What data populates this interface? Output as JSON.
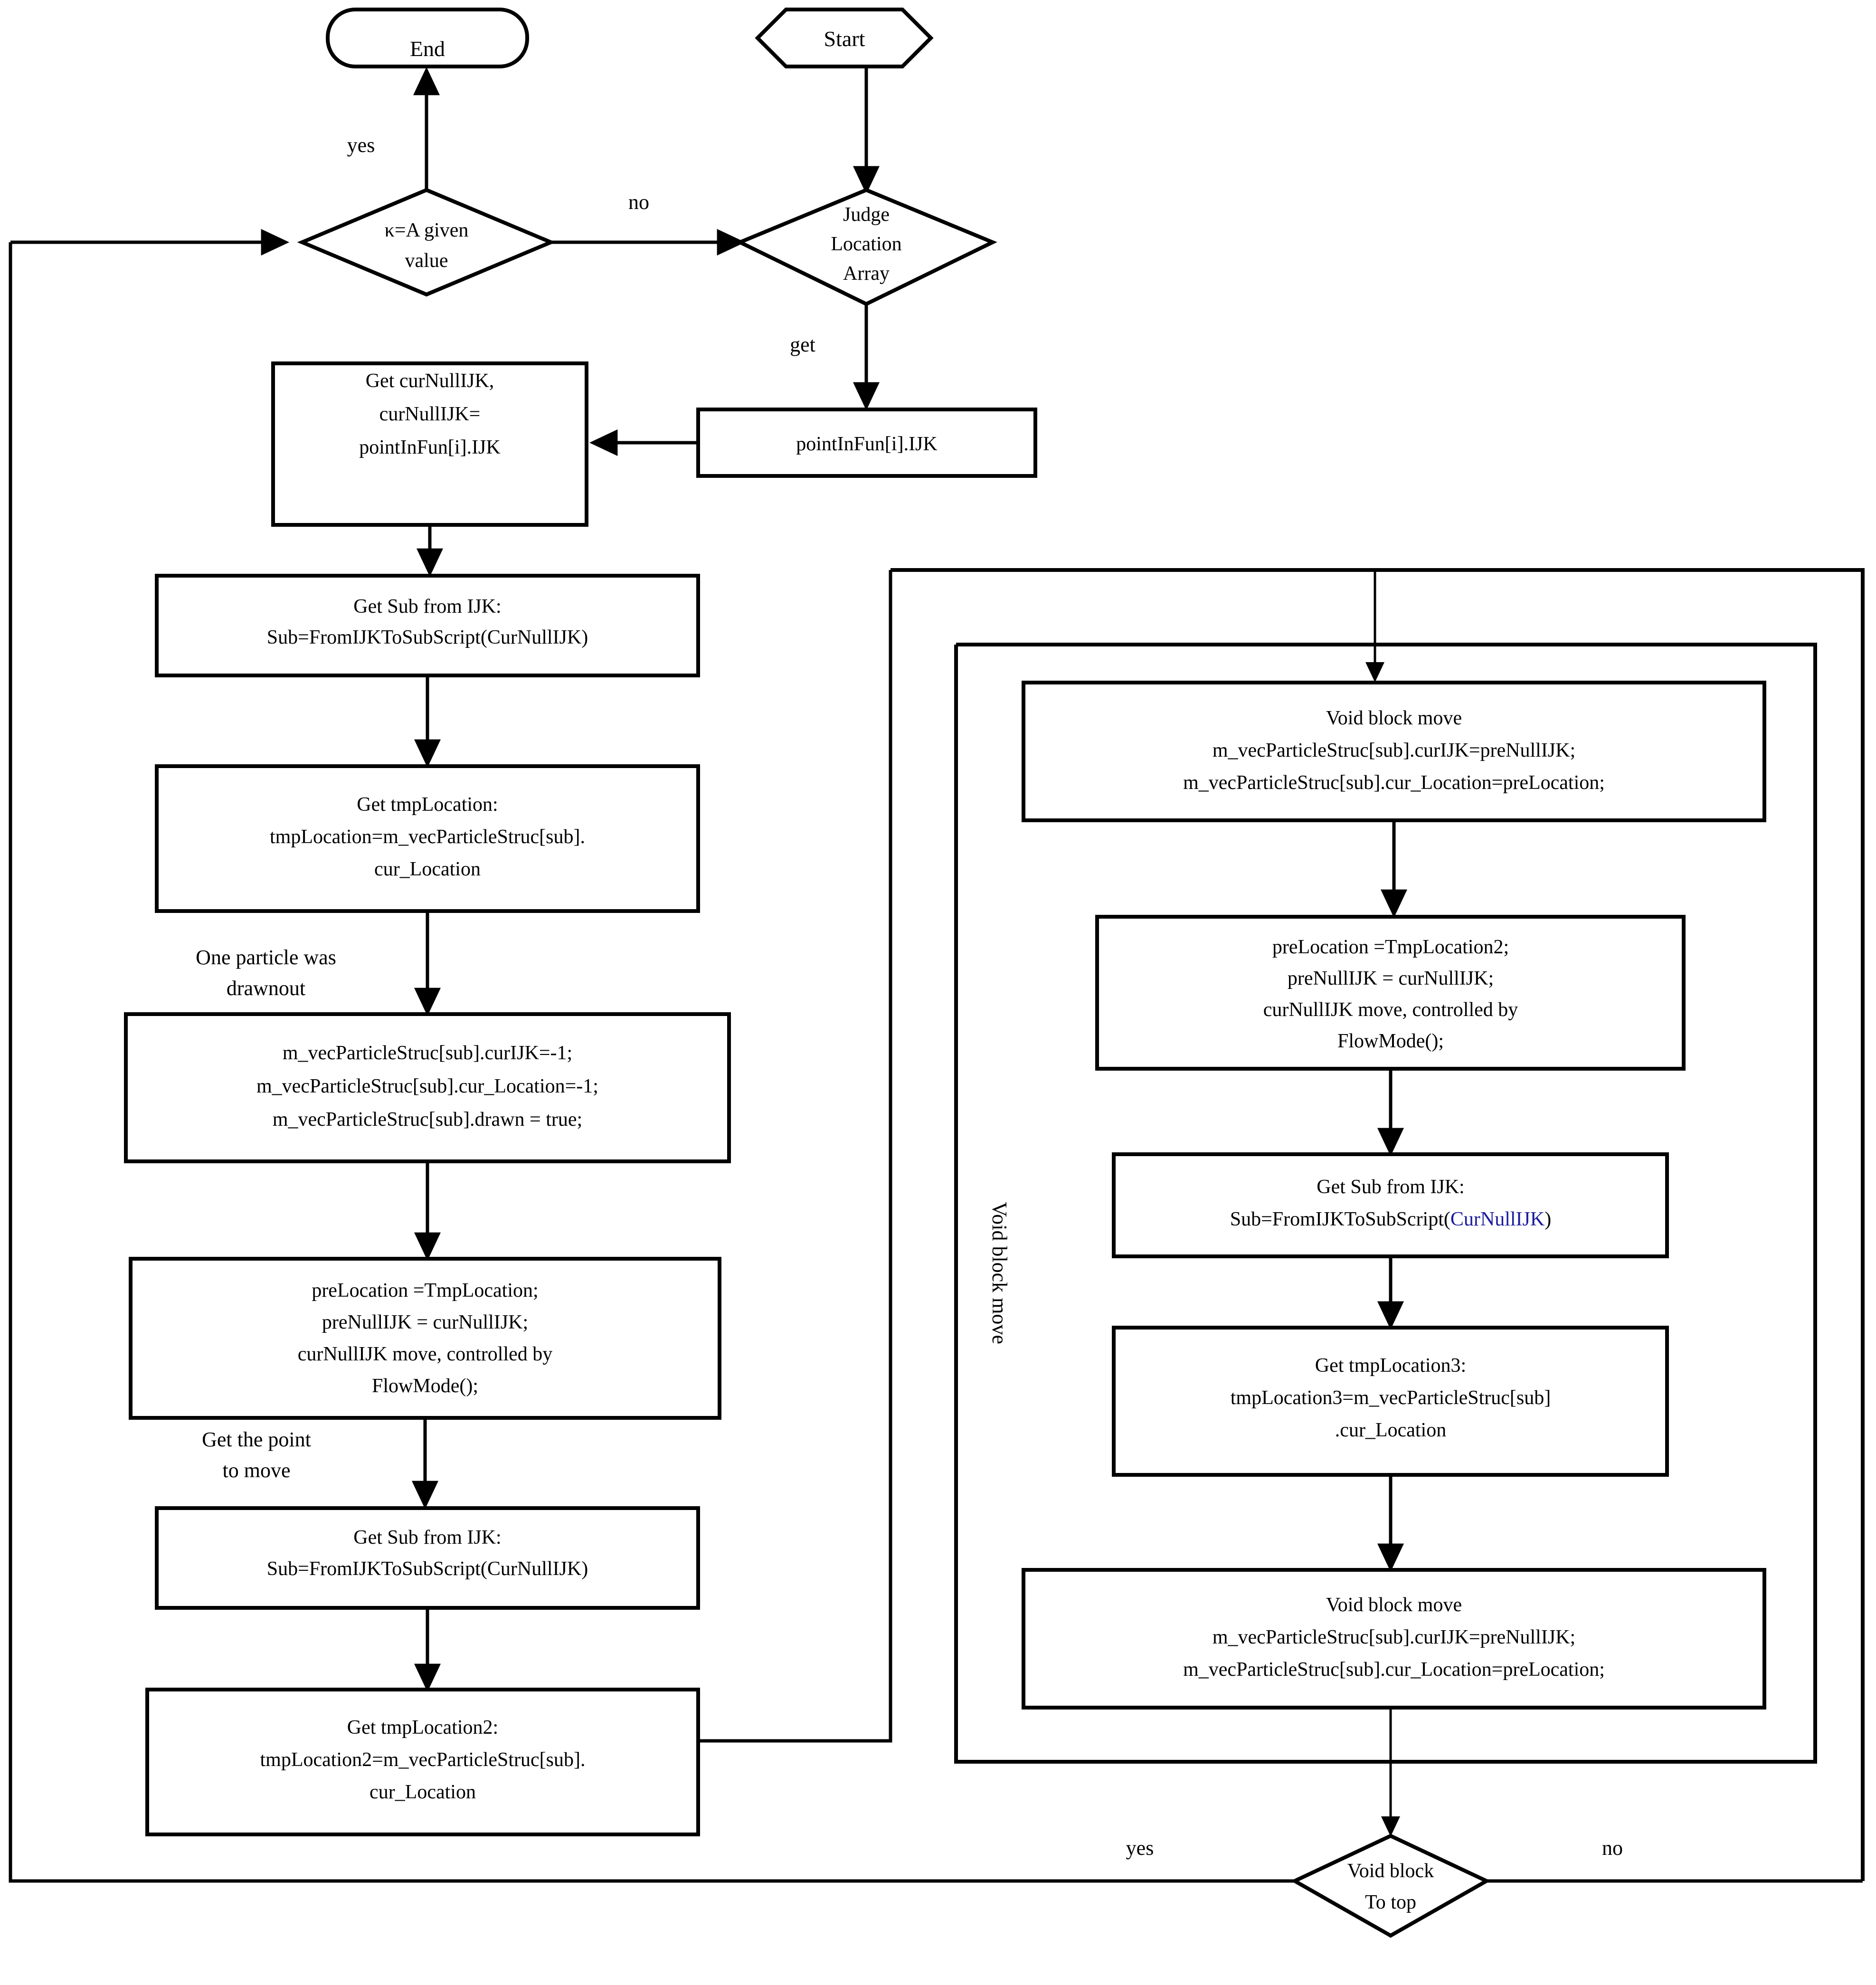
{
  "diagram": {
    "title_hidden": "",
    "accent_blue": "#1a1aa0",
    "stroke_color": "#000000",
    "background": "#ffffff"
  },
  "nodes": {
    "end": {
      "label": "End",
      "shape": "terminator"
    },
    "start": {
      "label": "Start",
      "shape": "hexagon"
    },
    "decision_k": {
      "label_line1": "κ=A given",
      "label_line2": "value",
      "shape": "diamond"
    },
    "decision_judge": {
      "label_line1": "Judge",
      "label_line2": "Location",
      "label_line3": "Array",
      "shape": "diamond"
    },
    "point_in_fun": {
      "label": "pointInFun[i].IJK",
      "shape": "process"
    },
    "get_cur_null_ijk": {
      "line1": "Get curNullIJK,",
      "line2": "curNullIJK=",
      "line3": "pointInFun[i].IJK",
      "shape": "process"
    },
    "get_sub_1": {
      "line1": "Get Sub from IJK:",
      "line2": "Sub=FromIJKToSubScript(CurNullIJK)",
      "shape": "process"
    },
    "get_tmp_location": {
      "line1": "Get tmpLocation:",
      "line2": "tmpLocation=m_vecParticleStruc[sub].",
      "line3": "cur_Location",
      "shape": "process"
    },
    "draw_out": {
      "line1": "m_vecParticleStruc[sub].curIJK=-1;",
      "line2": "m_vecParticleStruc[sub].cur_Location=-1;",
      "line3": "m_vecParticleStruc[sub].drawn = true;",
      "shape": "process"
    },
    "pre_location_1": {
      "line1": "preLocation =TmpLocation;",
      "line2": "preNullIJK = curNullIJK;",
      "line3": "curNullIJK move, controlled by",
      "line4": "FlowMode();",
      "shape": "process"
    },
    "get_sub_2": {
      "line1": "Get Sub from IJK:",
      "line2": "Sub=FromIJKToSubScript(CurNullIJK)",
      "shape": "process"
    },
    "get_tmp_location2": {
      "line1": "Get tmpLocation2:",
      "line2": "tmpLocation2=m_vecParticleStruc[sub].",
      "line3": "cur_Location",
      "shape": "process"
    },
    "void_block_move_1": {
      "line1": "Void block move",
      "line2": "m_vecParticleStruc[sub].curIJK=preNullIJK;",
      "line3": "m_vecParticleStruc[sub].cur_Location=preLocation;",
      "shape": "process"
    },
    "pre_location_2": {
      "line1": "preLocation =TmpLocation2;",
      "line2": "preNullIJK = curNullIJK;",
      "line3": "curNullIJK move, controlled by",
      "line4": "FlowMode();",
      "shape": "process"
    },
    "get_sub_3": {
      "line1": "Get Sub from IJK:",
      "line2_plain": "Sub=FromIJKToSubScript(",
      "line2_highlight": "CurNullIJK",
      "line2_tail": ")",
      "shape": "process"
    },
    "get_tmp_location3": {
      "line1": "Get tmpLocation3:",
      "line2": "tmpLocation3=m_vecParticleStruc[sub]",
      "line3": ".cur_Location",
      "shape": "process"
    },
    "void_block_move_2": {
      "line1": "Void block move",
      "line2": "m_vecParticleStruc[sub].curIJK=preNullIJK;",
      "line3": "m_vecParticleStruc[sub].cur_Location=preLocation;",
      "shape": "process"
    },
    "decision_void_top": {
      "label_line1": "Void block",
      "label_line2": "To top",
      "shape": "diamond"
    }
  },
  "edge_labels": {
    "yes_to_end": "yes",
    "no_to_judge": "no",
    "get": "get",
    "one_particle_was": "One particle was",
    "drawnout": "drawnout",
    "get_the_point": "Get the point",
    "to_move": "to move",
    "yes_void_top": "yes",
    "no_void_top": "no"
  },
  "panels": {
    "vertical_label": "Void block move"
  }
}
